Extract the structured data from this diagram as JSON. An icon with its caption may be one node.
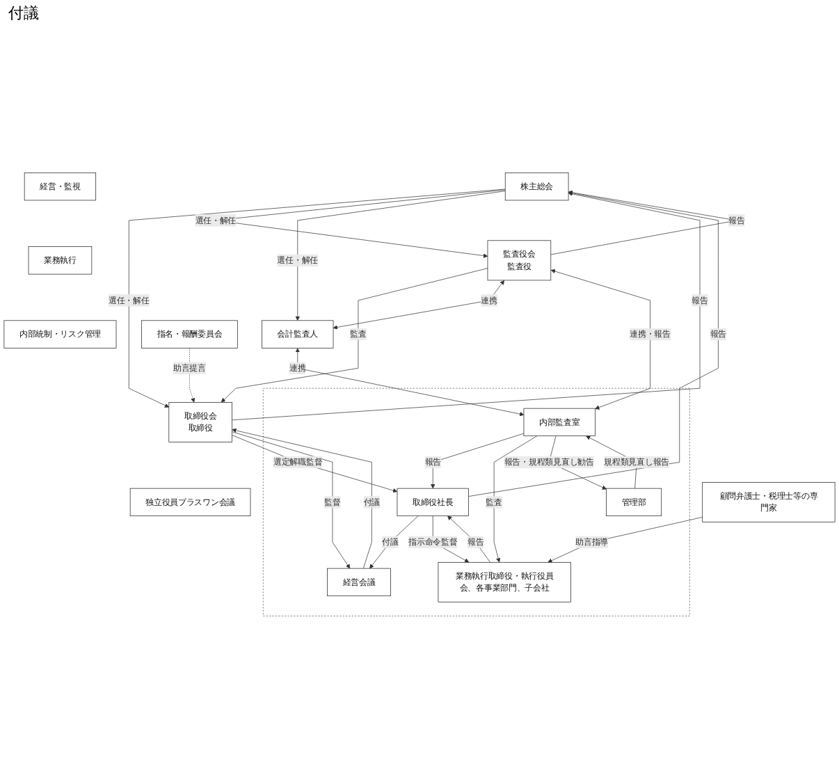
{
  "diagram": {
    "nodes": [
      {
        "text": [
          "経営・監視"
        ]
      },
      {
        "text": [
          "業務執行"
        ]
      },
      {
        "text": [
          "内部統制・リスク管理"
        ]
      },
      {
        "text": [
          "株主総会"
        ]
      },
      {
        "text": [
          "取締役会",
          "取締役"
        ]
      },
      {
        "text": [
          "監査役会",
          "監査役"
        ]
      },
      {
        "text": [
          "会計監査人"
        ]
      },
      {
        "text": [
          "独立役員プラスワン会議"
        ]
      },
      {
        "text": [],
        "shape": "box"
      },
      {
        "text": [
          "経営会議"
        ],
        "in": 8
      },
      {
        "text": [
          "取締役社長"
        ],
        "in": 8
      },
      {
        "text": [
          "指名・報酬委員会"
        ]
      },
      {
        "text": [
          "顧問弁護士・税理士等の専門家"
        ]
      },
      {
        "text": [
          "業務執行取締役・執行役員会、各事業部門、子会社"
        ],
        "in": 8
      },
      {
        "text": [
          "管理部"
        ],
        "in": 8
      },
      {
        "text": [
          "内部監査室"
        ],
        "in": 8
      }
    ],
    "edges": [
      {
        "from": 4,
        "to": 3,
        "arrow": "to",
        "label": "報告"
      },
      {
        "from": 3,
        "to": 4,
        "arrow": "to",
        "label": "選任・解任"
      },
      {
        "from": 5,
        "to": 3,
        "arrow": "to",
        "label": "報告"
      },
      {
        "from": 3,
        "to": 5,
        "arrow": "to",
        "label": "選任・解任"
      },
      {
        "from": 3,
        "to": 6,
        "arrow": "to",
        "label": "選任・解任"
      },
      {
        "from": 5,
        "to": 4,
        "arrow": "to",
        "label": "監査"
      },
      {
        "from": 5,
        "to": 6,
        "arrow": "both",
        "label": "連携"
      },
      {
        "from": 10,
        "to": 3,
        "arrow": "to",
        "label": "報告"
      },
      {
        "from": 4,
        "to": 10,
        "arrow": "to",
        "label": "選定解職監督"
      },
      {
        "from": 11,
        "to": 4,
        "arrow": "to",
        "label": "助言提言",
        "style": "dashed"
      },
      {
        "from": 9,
        "to": 4,
        "arrow": "to",
        "label": "付議"
      },
      {
        "from": 4,
        "to": 9,
        "arrow": "to",
        "label": "監督"
      },
      {
        "from": 10,
        "to": 9,
        "arrow": "to",
        "label": "付議"
      },
      {
        "from": 12,
        "to": 13,
        "arrow": "to",
        "label": "助言指導"
      },
      {
        "from": 10,
        "to": 13,
        "arrow": "to",
        "label": "指示命令監督"
      },
      {
        "from": 13,
        "to": 10,
        "arrow": "to",
        "label": "報告"
      },
      {
        "from": 15,
        "to": 10,
        "arrow": "to",
        "label": "報告"
      },
      {
        "from": 5,
        "to": 15,
        "arrow": "both",
        "label": "連携・報告"
      },
      {
        "from": 6,
        "to": 15,
        "arrow": "both",
        "label": "連携"
      },
      {
        "from": 15,
        "to": 13,
        "arrow": "to",
        "label": "監査"
      },
      {
        "from": 14,
        "to": 15,
        "arrow": "to",
        "label": "規程類見直し報告"
      },
      {
        "from": 15,
        "to": 14,
        "arrow": "to",
        "label": "報告・規程類見直し勧告"
      }
    ],
    "labels": [
      "付議"
    ]
  }
}
